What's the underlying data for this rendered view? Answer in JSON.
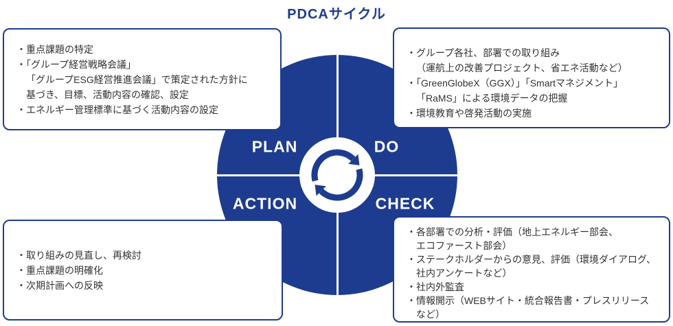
{
  "title": "PDCAサイクル",
  "colors": {
    "navy": "#1e3c8f",
    "body_text": "#333333",
    "background": "#ffffff"
  },
  "cycle": {
    "plan_label": "PLAN",
    "do_label": "DO",
    "check_label": "CHECK",
    "action_label": "ACTION",
    "center_icon": "cycle-arrows-icon"
  },
  "boxes": {
    "plan": {
      "items": [
        "・重点課題の特定",
        "・「グループ経営戦略会議」\n「グループESG経営推進会議」で策定された方針に\n基づき、目標、活動内容の確認、設定",
        "・エネルギー管理標準に基づく活動内容の設定"
      ]
    },
    "do": {
      "items": [
        "・グループ各社、部署での取り組み\n（運航上の改善プロジェクト、省エネ活動など）",
        "・「GreenGlobeX（GGX）」「Smartマネジメント」\n「RaMS」による環境データの把握",
        "・環境教育や啓発活動の実施"
      ]
    },
    "check": {
      "items": [
        "・各部署での分析・評価（地上エネルギー部会、\nエコファースト部会）",
        "・ステークホルダーからの意見、評価（環境ダイアログ、\n社内アンケートなど）",
        "・社内外監査",
        "・情報開示（WEBサイト・統合報告書・プレスリリース\nなど）"
      ]
    },
    "action": {
      "items": [
        "・取り組みの見直し、再検討",
        "・重点課題の明確化",
        "・次期計画への反映"
      ]
    }
  }
}
